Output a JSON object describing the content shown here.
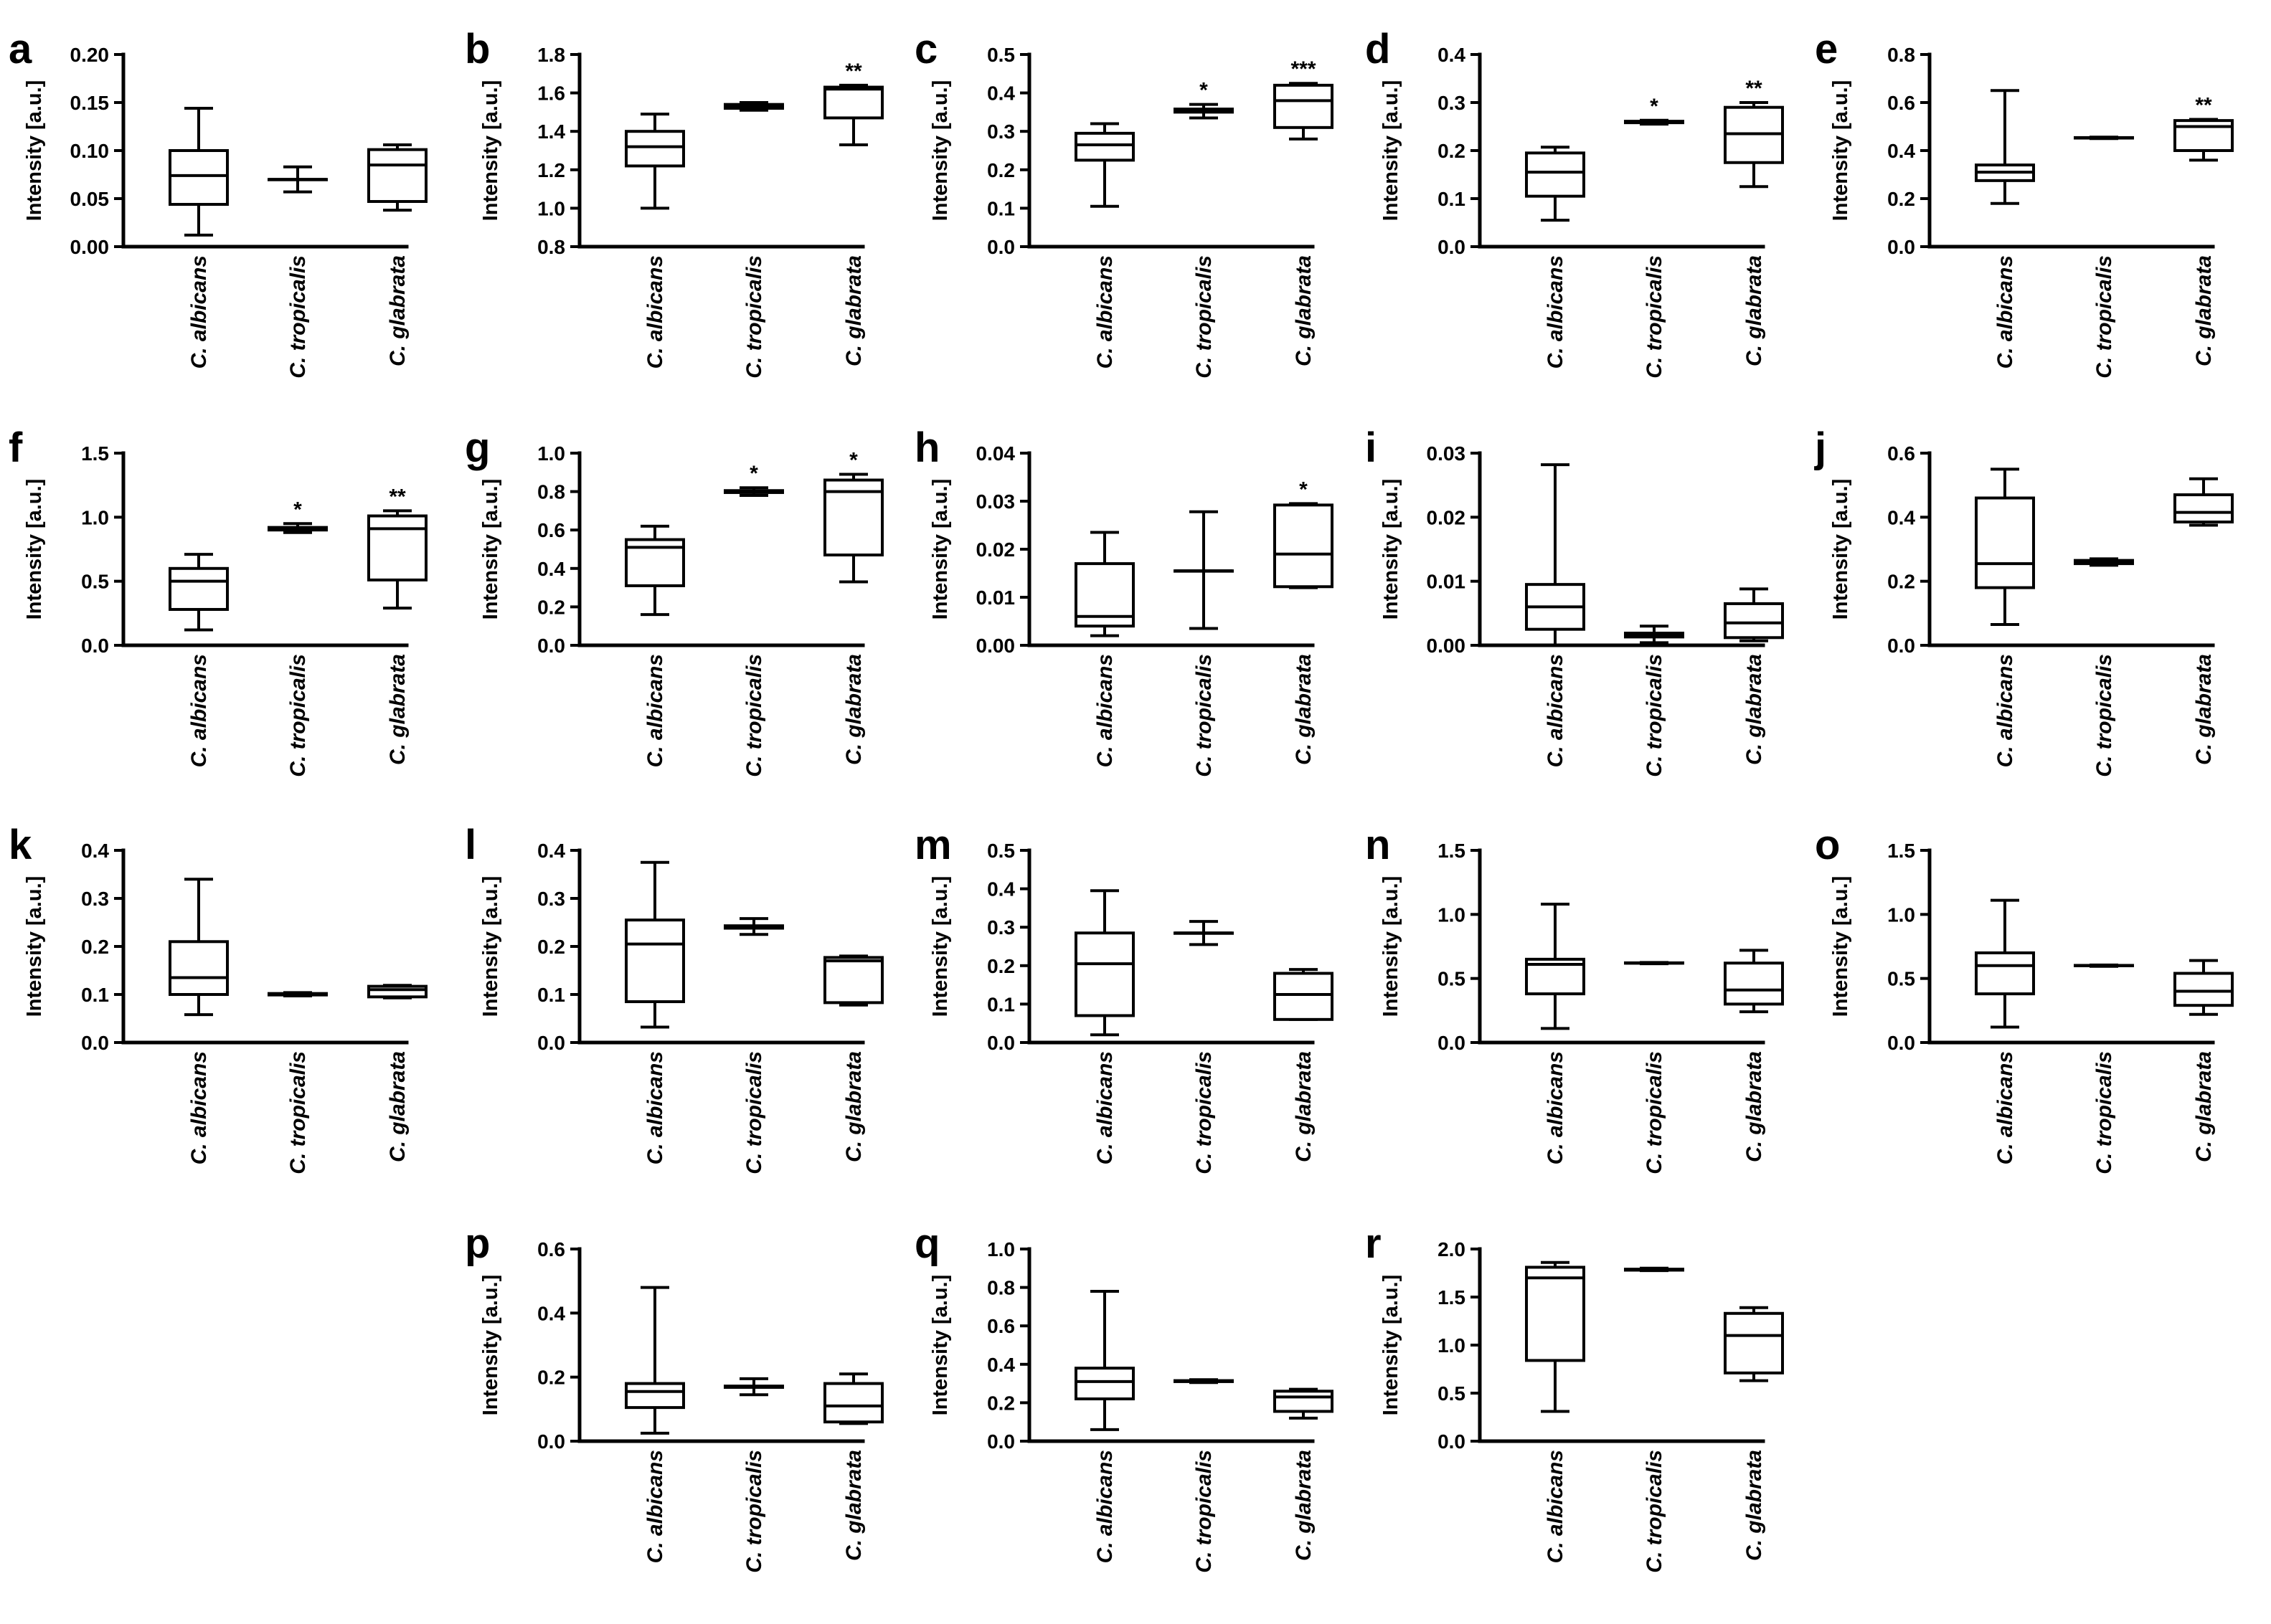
{
  "chart_data": [
    {
      "panel": "a",
      "type": "box",
      "ylabel": "Intensity [a.u.]",
      "categories": [
        "C. albicans",
        "C. tropicalis",
        "C. glabrata"
      ],
      "yticks": [
        "0.00",
        "0.05",
        "0.10",
        "0.15",
        "0.20"
      ],
      "ylim": [
        0,
        0.2
      ],
      "boxes": [
        {
          "min": 0.012,
          "q1": 0.044,
          "median": 0.074,
          "q3": 0.1,
          "max": 0.144,
          "sig": ""
        },
        {
          "min": 0.057,
          "q1": 0.07,
          "median": 0.07,
          "q3": 0.07,
          "max": 0.083,
          "sig": ""
        },
        {
          "min": 0.038,
          "q1": 0.047,
          "median": 0.085,
          "q3": 0.101,
          "max": 0.106,
          "sig": ""
        }
      ]
    },
    {
      "panel": "b",
      "type": "box",
      "ylabel": "Intensity [a.u.]",
      "categories": [
        "C. albicans",
        "C. tropicalis",
        "C. glabrata"
      ],
      "yticks": [
        "0.8",
        "1.0",
        "1.2",
        "1.4",
        "1.6",
        "1.8"
      ],
      "ylim": [
        0.8,
        1.8
      ],
      "boxes": [
        {
          "min": 1.0,
          "q1": 1.22,
          "median": 1.32,
          "q3": 1.4,
          "max": 1.49,
          "sig": ""
        },
        {
          "min": 1.51,
          "q1": 1.52,
          "median": 1.53,
          "q3": 1.54,
          "max": 1.55,
          "sig": ""
        },
        {
          "min": 1.33,
          "q1": 1.47,
          "median": 1.62,
          "q3": 1.63,
          "max": 1.64,
          "sig": "**"
        }
      ]
    },
    {
      "panel": "c",
      "type": "box",
      "ylabel": "Intensity [a.u.]",
      "categories": [
        "C. albicans",
        "C. tropicalis",
        "C. glabrata"
      ],
      "yticks": [
        "0.0",
        "0.1",
        "0.2",
        "0.3",
        "0.4",
        "0.5"
      ],
      "ylim": [
        0,
        0.5
      ],
      "boxes": [
        {
          "min": 0.105,
          "q1": 0.225,
          "median": 0.265,
          "q3": 0.295,
          "max": 0.32,
          "sig": ""
        },
        {
          "min": 0.335,
          "q1": 0.35,
          "median": 0.355,
          "q3": 0.358,
          "max": 0.37,
          "sig": "*"
        },
        {
          "min": 0.28,
          "q1": 0.31,
          "median": 0.38,
          "q3": 0.42,
          "max": 0.425,
          "sig": "***"
        }
      ]
    },
    {
      "panel": "d",
      "type": "box",
      "ylabel": "Intensity [a.u.]",
      "categories": [
        "C. albicans",
        "C. tropicalis",
        "C. glabrata"
      ],
      "yticks": [
        "0.0",
        "0.1",
        "0.2",
        "0.3",
        "0.4"
      ],
      "ylim": [
        0,
        0.4
      ],
      "boxes": [
        {
          "min": 0.055,
          "q1": 0.105,
          "median": 0.155,
          "q3": 0.195,
          "max": 0.207,
          "sig": ""
        },
        {
          "min": 0.255,
          "q1": 0.258,
          "median": 0.26,
          "q3": 0.261,
          "max": 0.263,
          "sig": "*"
        },
        {
          "min": 0.125,
          "q1": 0.175,
          "median": 0.235,
          "q3": 0.29,
          "max": 0.3,
          "sig": "**"
        }
      ]
    },
    {
      "panel": "e",
      "type": "box",
      "ylabel": "Intensity [a.u.]",
      "categories": [
        "C. albicans",
        "C. tropicalis",
        "C. glabrata"
      ],
      "yticks": [
        "0.0",
        "0.2",
        "0.4",
        "0.6",
        "0.8"
      ],
      "ylim": [
        0,
        0.8
      ],
      "boxes": [
        {
          "min": 0.18,
          "q1": 0.275,
          "median": 0.31,
          "q3": 0.34,
          "max": 0.65,
          "sig": ""
        },
        {
          "min": 0.45,
          "q1": 0.452,
          "median": 0.453,
          "q3": 0.454,
          "max": 0.456,
          "sig": ""
        },
        {
          "min": 0.36,
          "q1": 0.4,
          "median": 0.5,
          "q3": 0.525,
          "max": 0.53,
          "sig": "**"
        }
      ]
    },
    {
      "panel": "f",
      "type": "box",
      "ylabel": "Intensity [a.u.]",
      "categories": [
        "C. albicans",
        "C. tropicalis",
        "C. glabrata"
      ],
      "yticks": [
        "0.0",
        "0.5",
        "1.0",
        "1.5"
      ],
      "ylim": [
        0,
        1.5
      ],
      "boxes": [
        {
          "min": 0.12,
          "q1": 0.28,
          "median": 0.5,
          "q3": 0.6,
          "max": 0.71,
          "sig": ""
        },
        {
          "min": 0.88,
          "q1": 0.9,
          "median": 0.91,
          "q3": 0.92,
          "max": 0.95,
          "sig": "*"
        },
        {
          "min": 0.29,
          "q1": 0.51,
          "median": 0.91,
          "q3": 1.01,
          "max": 1.05,
          "sig": "**"
        }
      ]
    },
    {
      "panel": "g",
      "type": "box",
      "ylabel": "Intensity [a.u.]",
      "categories": [
        "C. albicans",
        "C. tropicalis",
        "C. glabrata"
      ],
      "yticks": [
        "0.0",
        "0.2",
        "0.4",
        "0.6",
        "0.8",
        "1.0"
      ],
      "ylim": [
        0,
        1.0
      ],
      "boxes": [
        {
          "min": 0.16,
          "q1": 0.31,
          "median": 0.51,
          "q3": 0.55,
          "max": 0.62,
          "sig": ""
        },
        {
          "min": 0.78,
          "q1": 0.795,
          "median": 0.8,
          "q3": 0.805,
          "max": 0.82,
          "sig": "*"
        },
        {
          "min": 0.33,
          "q1": 0.47,
          "median": 0.8,
          "q3": 0.86,
          "max": 0.89,
          "sig": "*"
        }
      ]
    },
    {
      "panel": "h",
      "type": "box",
      "ylabel": "Intensity [a.u.]",
      "categories": [
        "C. albicans",
        "C. tropicalis",
        "C. glabrata"
      ],
      "yticks": [
        "0.00",
        "0.01",
        "0.02",
        "0.03",
        "0.04"
      ],
      "ylim": [
        0,
        0.04
      ],
      "boxes": [
        {
          "min": 0.002,
          "q1": 0.004,
          "median": 0.006,
          "q3": 0.017,
          "max": 0.0235,
          "sig": ""
        },
        {
          "min": 0.0035,
          "q1": 0.0155,
          "median": 0.0155,
          "q3": 0.0155,
          "max": 0.0278,
          "sig": ""
        },
        {
          "min": 0.012,
          "q1": 0.0122,
          "median": 0.019,
          "q3": 0.0292,
          "max": 0.0295,
          "sig": "*"
        }
      ]
    },
    {
      "panel": "i",
      "type": "box",
      "ylabel": "Intensity [a.u.]",
      "categories": [
        "C. albicans",
        "C. tropicalis",
        "C. glabrata"
      ],
      "yticks": [
        "0.00",
        "0.01",
        "0.02",
        "0.03"
      ],
      "ylim": [
        0,
        0.03
      ],
      "boxes": [
        {
          "min": 0.0,
          "q1": 0.0025,
          "median": 0.006,
          "q3": 0.0095,
          "max": 0.0282,
          "sig": ""
        },
        {
          "min": 0.0004,
          "q1": 0.0013,
          "median": 0.0016,
          "q3": 0.0019,
          "max": 0.003,
          "sig": ""
        },
        {
          "min": 0.0007,
          "q1": 0.0012,
          "median": 0.0035,
          "q3": 0.0065,
          "max": 0.0088,
          "sig": ""
        }
      ]
    },
    {
      "panel": "j",
      "type": "box",
      "ylabel": "Intensity [a.u.]",
      "categories": [
        "C. albicans",
        "C. tropicalis",
        "C. glabrata"
      ],
      "yticks": [
        "0.0",
        "0.2",
        "0.4",
        "0.6"
      ],
      "ylim": [
        0,
        0.6
      ],
      "boxes": [
        {
          "min": 0.065,
          "q1": 0.18,
          "median": 0.255,
          "q3": 0.46,
          "max": 0.55,
          "sig": ""
        },
        {
          "min": 0.25,
          "q1": 0.255,
          "median": 0.26,
          "q3": 0.265,
          "max": 0.27,
          "sig": ""
        },
        {
          "min": 0.375,
          "q1": 0.385,
          "median": 0.415,
          "q3": 0.47,
          "max": 0.52,
          "sig": ""
        }
      ]
    },
    {
      "panel": "k",
      "type": "box",
      "ylabel": "Intensity [a.u.]",
      "categories": [
        "C. albicans",
        "C. tropicalis",
        "C. glabrata"
      ],
      "yticks": [
        "0.0",
        "0.1",
        "0.2",
        "0.3",
        "0.4"
      ],
      "ylim": [
        0,
        0.4
      ],
      "boxes": [
        {
          "min": 0.058,
          "q1": 0.1,
          "median": 0.135,
          "q3": 0.21,
          "max": 0.34,
          "sig": ""
        },
        {
          "min": 0.097,
          "q1": 0.099,
          "median": 0.101,
          "q3": 0.102,
          "max": 0.104,
          "sig": ""
        },
        {
          "min": 0.093,
          "q1": 0.095,
          "median": 0.11,
          "q3": 0.117,
          "max": 0.119,
          "sig": ""
        }
      ]
    },
    {
      "panel": "l",
      "type": "box",
      "ylabel": "Intensity [a.u.]",
      "categories": [
        "C. albicans",
        "C. tropicalis",
        "C. glabrata"
      ],
      "yticks": [
        "0.0",
        "0.1",
        "0.2",
        "0.3",
        "0.4"
      ],
      "ylim": [
        0,
        0.4
      ],
      "boxes": [
        {
          "min": 0.032,
          "q1": 0.085,
          "median": 0.205,
          "q3": 0.255,
          "max": 0.375,
          "sig": ""
        },
        {
          "min": 0.225,
          "q1": 0.238,
          "median": 0.24,
          "q3": 0.243,
          "max": 0.258,
          "sig": ""
        },
        {
          "min": 0.078,
          "q1": 0.083,
          "median": 0.17,
          "q3": 0.177,
          "max": 0.18,
          "sig": ""
        }
      ]
    },
    {
      "panel": "m",
      "type": "box",
      "ylabel": "Intensity [a.u.]",
      "categories": [
        "C. albicans",
        "C. tropicalis",
        "C. glabrata"
      ],
      "yticks": [
        "0.0",
        "0.1",
        "0.2",
        "0.3",
        "0.4",
        "0.5"
      ],
      "ylim": [
        0,
        0.5
      ],
      "boxes": [
        {
          "min": 0.02,
          "q1": 0.07,
          "median": 0.205,
          "q3": 0.285,
          "max": 0.395,
          "sig": ""
        },
        {
          "min": 0.255,
          "q1": 0.285,
          "median": 0.285,
          "q3": 0.285,
          "max": 0.315,
          "sig": ""
        },
        {
          "min": 0.06,
          "q1": 0.06,
          "median": 0.125,
          "q3": 0.18,
          "max": 0.19,
          "sig": ""
        }
      ]
    },
    {
      "panel": "n",
      "type": "box",
      "ylabel": "Intensity [a.u.]",
      "categories": [
        "C. albicans",
        "C. tropicalis",
        "C. glabrata"
      ],
      "yticks": [
        "0.0",
        "0.5",
        "1.0",
        "1.5"
      ],
      "ylim": [
        0,
        1.5
      ],
      "boxes": [
        {
          "min": 0.11,
          "q1": 0.38,
          "median": 0.61,
          "q3": 0.65,
          "max": 1.08,
          "sig": ""
        },
        {
          "min": 0.615,
          "q1": 0.62,
          "median": 0.62,
          "q3": 0.622,
          "max": 0.625,
          "sig": ""
        },
        {
          "min": 0.24,
          "q1": 0.3,
          "median": 0.41,
          "q3": 0.62,
          "max": 0.72,
          "sig": ""
        }
      ]
    },
    {
      "panel": "o",
      "type": "box",
      "ylabel": "Intensity [a.u.]",
      "categories": [
        "C. albicans",
        "C. tropicalis",
        "C. glabrata"
      ],
      "yticks": [
        "0.0",
        "0.5",
        "1.0",
        "1.5"
      ],
      "ylim": [
        0,
        1.5
      ],
      "boxes": [
        {
          "min": 0.12,
          "q1": 0.38,
          "median": 0.6,
          "q3": 0.7,
          "max": 1.11,
          "sig": ""
        },
        {
          "min": 0.595,
          "q1": 0.6,
          "median": 0.6,
          "q3": 0.602,
          "max": 0.605,
          "sig": ""
        },
        {
          "min": 0.22,
          "q1": 0.29,
          "median": 0.4,
          "q3": 0.54,
          "max": 0.64,
          "sig": ""
        }
      ]
    },
    {
      "panel": "p",
      "type": "box",
      "ylabel": "Intensity [a.u.]",
      "categories": [
        "C. albicans",
        "C. tropicalis",
        "C. glabrata"
      ],
      "yticks": [
        "0.0",
        "0.2",
        "0.4",
        "0.6"
      ],
      "ylim": [
        0,
        0.6
      ],
      "boxes": [
        {
          "min": 0.025,
          "q1": 0.105,
          "median": 0.155,
          "q3": 0.18,
          "max": 0.48,
          "sig": ""
        },
        {
          "min": 0.145,
          "q1": 0.168,
          "median": 0.17,
          "q3": 0.172,
          "max": 0.195,
          "sig": ""
        },
        {
          "min": 0.055,
          "q1": 0.06,
          "median": 0.11,
          "q3": 0.18,
          "max": 0.21,
          "sig": ""
        }
      ]
    },
    {
      "panel": "q",
      "type": "box",
      "ylabel": "Intensity [a.u.]",
      "categories": [
        "C. albicans",
        "C. tropicalis",
        "C. glabrata"
      ],
      "yticks": [
        "0.0",
        "0.2",
        "0.4",
        "0.6",
        "0.8",
        "1.0"
      ],
      "ylim": [
        0,
        1.0
      ],
      "boxes": [
        {
          "min": 0.06,
          "q1": 0.22,
          "median": 0.31,
          "q3": 0.38,
          "max": 0.78,
          "sig": ""
        },
        {
          "min": 0.305,
          "q1": 0.31,
          "median": 0.312,
          "q3": 0.315,
          "max": 0.32,
          "sig": ""
        },
        {
          "min": 0.12,
          "q1": 0.155,
          "median": 0.23,
          "q3": 0.26,
          "max": 0.27,
          "sig": ""
        }
      ]
    },
    {
      "panel": "r",
      "type": "box",
      "ylabel": "Intensity [a.u.]",
      "categories": [
        "C. albicans",
        "C. tropicalis",
        "C. glabrata"
      ],
      "yticks": [
        "0.0",
        "0.5",
        "1.0",
        "1.5",
        "2.0"
      ],
      "ylim": [
        0,
        2.0
      ],
      "boxes": [
        {
          "min": 0.31,
          "q1": 0.84,
          "median": 1.7,
          "q3": 1.81,
          "max": 1.86,
          "sig": ""
        },
        {
          "min": 1.775,
          "q1": 1.78,
          "median": 1.785,
          "q3": 1.79,
          "max": 1.8,
          "sig": ""
        },
        {
          "min": 0.63,
          "q1": 0.71,
          "median": 1.1,
          "q3": 1.33,
          "max": 1.39,
          "sig": ""
        }
      ]
    }
  ]
}
